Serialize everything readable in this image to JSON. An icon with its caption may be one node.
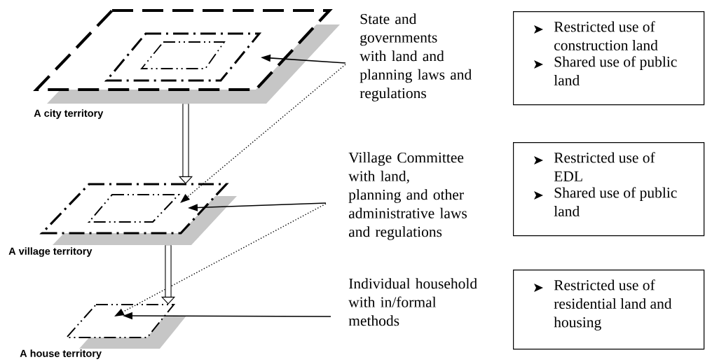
{
  "diagram": {
    "nodes": [
      {
        "text": [
          "A city territory"
        ]
      },
      {
        "text": [],
        "shape": "parallelogram",
        "in": 0
      },
      {
        "text": [],
        "shape": "parallelogram",
        "in": 1
      },
      {
        "text": [
          "State and governments with land and planning laws and regulations"
        ]
      },
      {
        "text": [
          "Restricted use of construction land",
          "Shared use of public land"
        ]
      },
      {
        "text": [
          "A village territory"
        ]
      },
      {
        "text": [],
        "shape": "parallelogram",
        "in": 5
      },
      {
        "text": [
          "Village Committee with land, planning and other administrative laws and regulations"
        ]
      },
      {
        "text": [
          "Restricted use of EDL",
          "Shared use of public land"
        ]
      },
      {
        "text": [
          "A house territory"
        ]
      },
      {
        "text": [
          "Individual household with in/formal methods"
        ]
      },
      {
        "text": [
          "Restricted use of residential land and housing"
        ]
      }
    ],
    "edges": [
      {
        "from": 0,
        "to": 5,
        "arrow": "to",
        "style": "thick"
      },
      {
        "from": 3,
        "to": 0,
        "arrow": "to"
      },
      {
        "from": 3,
        "to": 5,
        "arrow": "to",
        "style": "dashed"
      },
      {
        "from": 7,
        "to": 5,
        "arrow": "to"
      },
      {
        "from": 7,
        "to": 9,
        "arrow": "to",
        "style": "dashed"
      },
      {
        "from": 5,
        "to": 9,
        "arrow": "to",
        "style": "thick"
      },
      {
        "from": 10,
        "to": 9,
        "arrow": "to"
      }
    ]
  }
}
